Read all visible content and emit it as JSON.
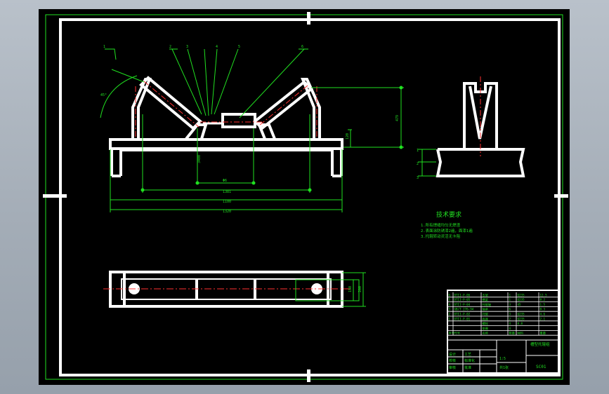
{
  "drawing": {
    "dimensions": {
      "width_1": "1381",
      "width_2": "1100",
      "width_3": "1320",
      "height_1": "479",
      "height_2": "120",
      "center_dim": "Φ6",
      "vertical_small": "3400",
      "plan_w1": "150",
      "plan_w2": "200",
      "angle": "45°"
    },
    "leaders": [
      "1",
      "2",
      "3",
      "4",
      "5",
      "6"
    ],
    "side_dims": [
      "1",
      "2",
      "3"
    ],
    "notes": {
      "heading": "技术要求",
      "lines": [
        "1.所有焊缝均匀无焊渣",
        "2.表面涂防锈漆2遍，面漆1遍",
        "3.托辊转动灵活无卡阻"
      ]
    },
    "title_block": {
      "drawing_no": "SC01",
      "name": "槽型托辊组",
      "parts_rows": [
        [
          "6",
          "DTII-P-06",
          "支架",
          "1",
          "Q235",
          "12.5"
        ],
        [
          "5",
          "DTII-P-05",
          "横梁",
          "1",
          "Q235",
          "8.2"
        ],
        [
          "4",
          "DTII-P-04",
          "托辊轴",
          "3",
          "45",
          "1.5"
        ],
        [
          "3",
          "GB/T 276-94",
          "轴承",
          "6",
          "",
          "0.3"
        ],
        [
          "2",
          "DTII-P-02",
          "托辊",
          "3",
          "Q235",
          "4.6"
        ],
        [
          "1",
          "DTII-P-01",
          "底座",
          "2",
          "Q235",
          "2.1"
        ],
        [
          "",
          "",
          "螺栓",
          "4",
          "8.8",
          ""
        ],
        [
          "",
          "",
          "垫圈",
          "4",
          "",
          ""
        ]
      ],
      "header_row": [
        "序号",
        "代号",
        "名称",
        "数量",
        "材料",
        "重量"
      ],
      "bottom_labels": [
        "设计",
        "校核",
        "审核",
        "工艺",
        "标准化",
        "批准"
      ],
      "scale": "1:5",
      "sheet": "共1张"
    }
  }
}
